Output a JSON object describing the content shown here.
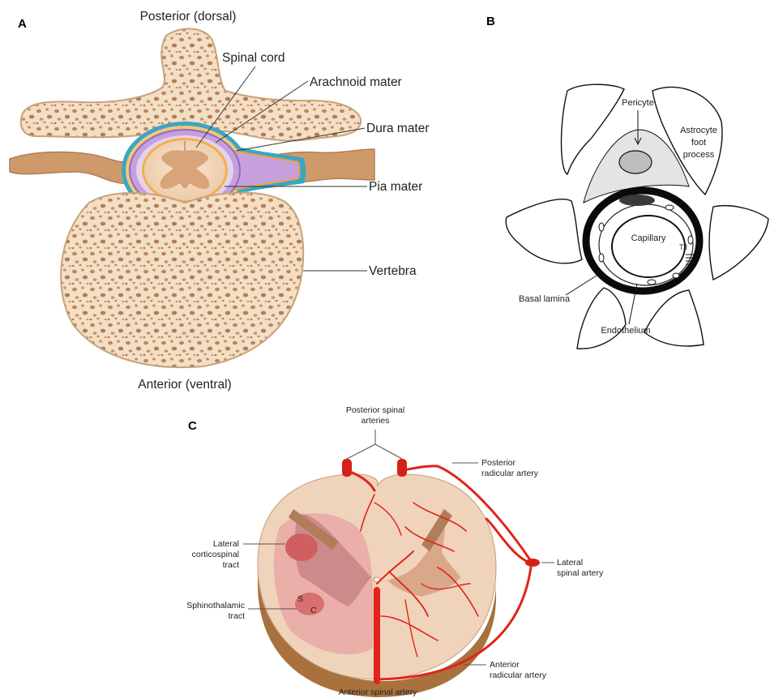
{
  "panel_a": {
    "letter": "A",
    "posterior": "Posterior (dorsal)",
    "anterior": "Anterior (ventral)",
    "spinal_cord": "Spinal cord",
    "arachnoid": "Arachnoid mater",
    "dura": "Dura mater",
    "pia": "Pia mater",
    "vertebra": "Vertebra"
  },
  "panel_b": {
    "letter": "B",
    "pericyte": "Pericyte",
    "astro_1": "Astrocyte",
    "astro_2": "foot",
    "astro_3": "process",
    "capillary": "Capillary",
    "tj": "TJ",
    "basal": "Basal lamina",
    "endothelium": "Endothelium"
  },
  "panel_c": {
    "letter": "C",
    "post_spinal_1": "Posterior spinal",
    "post_spinal_2": "arteries",
    "post_radicular_1": "Posterior",
    "post_radicular_2": "radicular artery",
    "lateral_cst_1": "Lateral",
    "lateral_cst_2": "corticospinal",
    "lateral_cst_3": "tract",
    "spinothal_1": "Sphinothalamic",
    "spinothal_2": "tract",
    "s_mark": "S",
    "c_mark": "C",
    "lat_spinal_1": "Lateral",
    "lat_spinal_2": "spinal artery",
    "ant_radicular_1": "Anterior",
    "ant_radicular_2": "radicular artery",
    "ant_spinal": "Anterior spinal artery"
  },
  "colors": {
    "bone_fill": "#f4dfc4",
    "bone_pore": "#b98662",
    "nerve": "#cf9a6a",
    "dura": "#3aa6c4",
    "arachnoid": "#8e6bbf",
    "cord_tissue": "#f6dcc0",
    "artery": "#e2231a",
    "grey_matter": "#d79f82",
    "tract": "#e28f8f"
  }
}
